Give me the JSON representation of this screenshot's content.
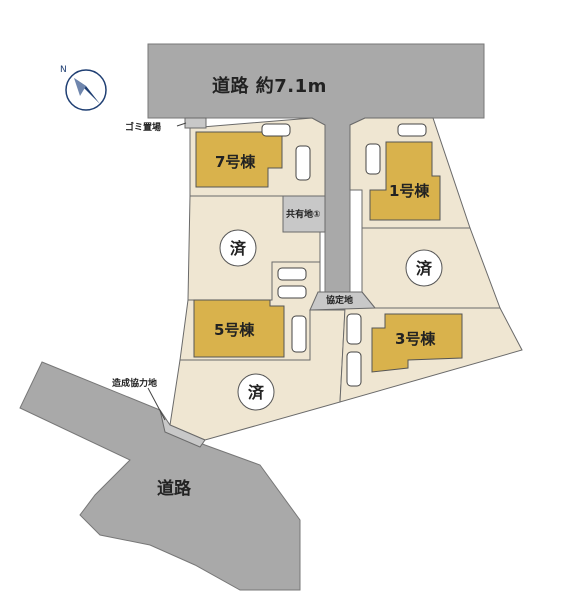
{
  "roads": {
    "north_label": "道路 約7.1m",
    "southwest_label": "道路"
  },
  "annotations": {
    "garbage": "ゴミ置場",
    "shared_land": "共有地①",
    "agreement_land": "協定地",
    "construction": "造成協力地"
  },
  "buildings": [
    {
      "label": "7号棟"
    },
    {
      "label": "1号棟"
    },
    {
      "label": "5号棟"
    },
    {
      "label": "3号棟"
    }
  ],
  "sold_mark": "済",
  "compass_icon": "north-arrow-icon",
  "colors": {
    "road": "#a9a9a9",
    "lot": "#efe6d2",
    "building": "#d9b24c",
    "lot_line": "#6a6a6a",
    "compass": "#1f3f73"
  }
}
